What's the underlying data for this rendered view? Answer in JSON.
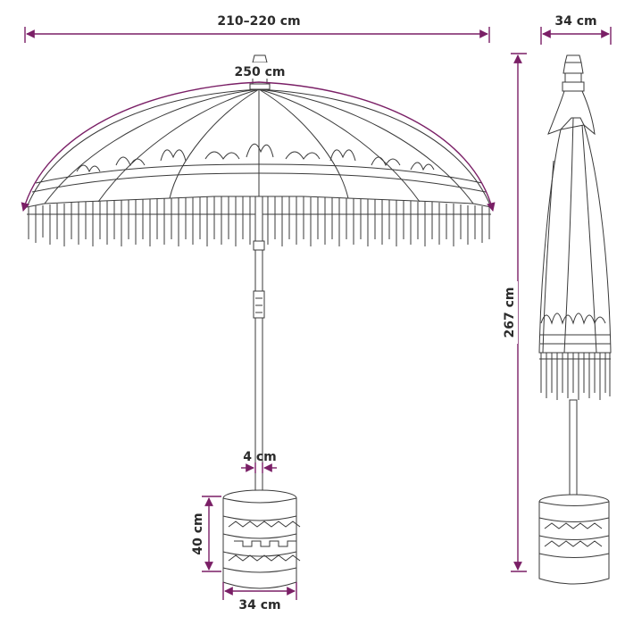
{
  "dimensions": {
    "canopy_width": "210–220 cm",
    "canopy_arc": "250 cm",
    "folded_width": "34 cm",
    "total_height": "267 cm",
    "pole_diameter": "4 cm",
    "base_height": "40 cm",
    "base_width": "34 cm"
  },
  "colors": {
    "dimension_line": "#7a1f66",
    "ink": "#3a3a3a"
  },
  "icons": {
    "open_umbrella": "open-umbrella-drawing",
    "closed_umbrella": "closed-umbrella-drawing",
    "base": "carved-base-drawing"
  }
}
